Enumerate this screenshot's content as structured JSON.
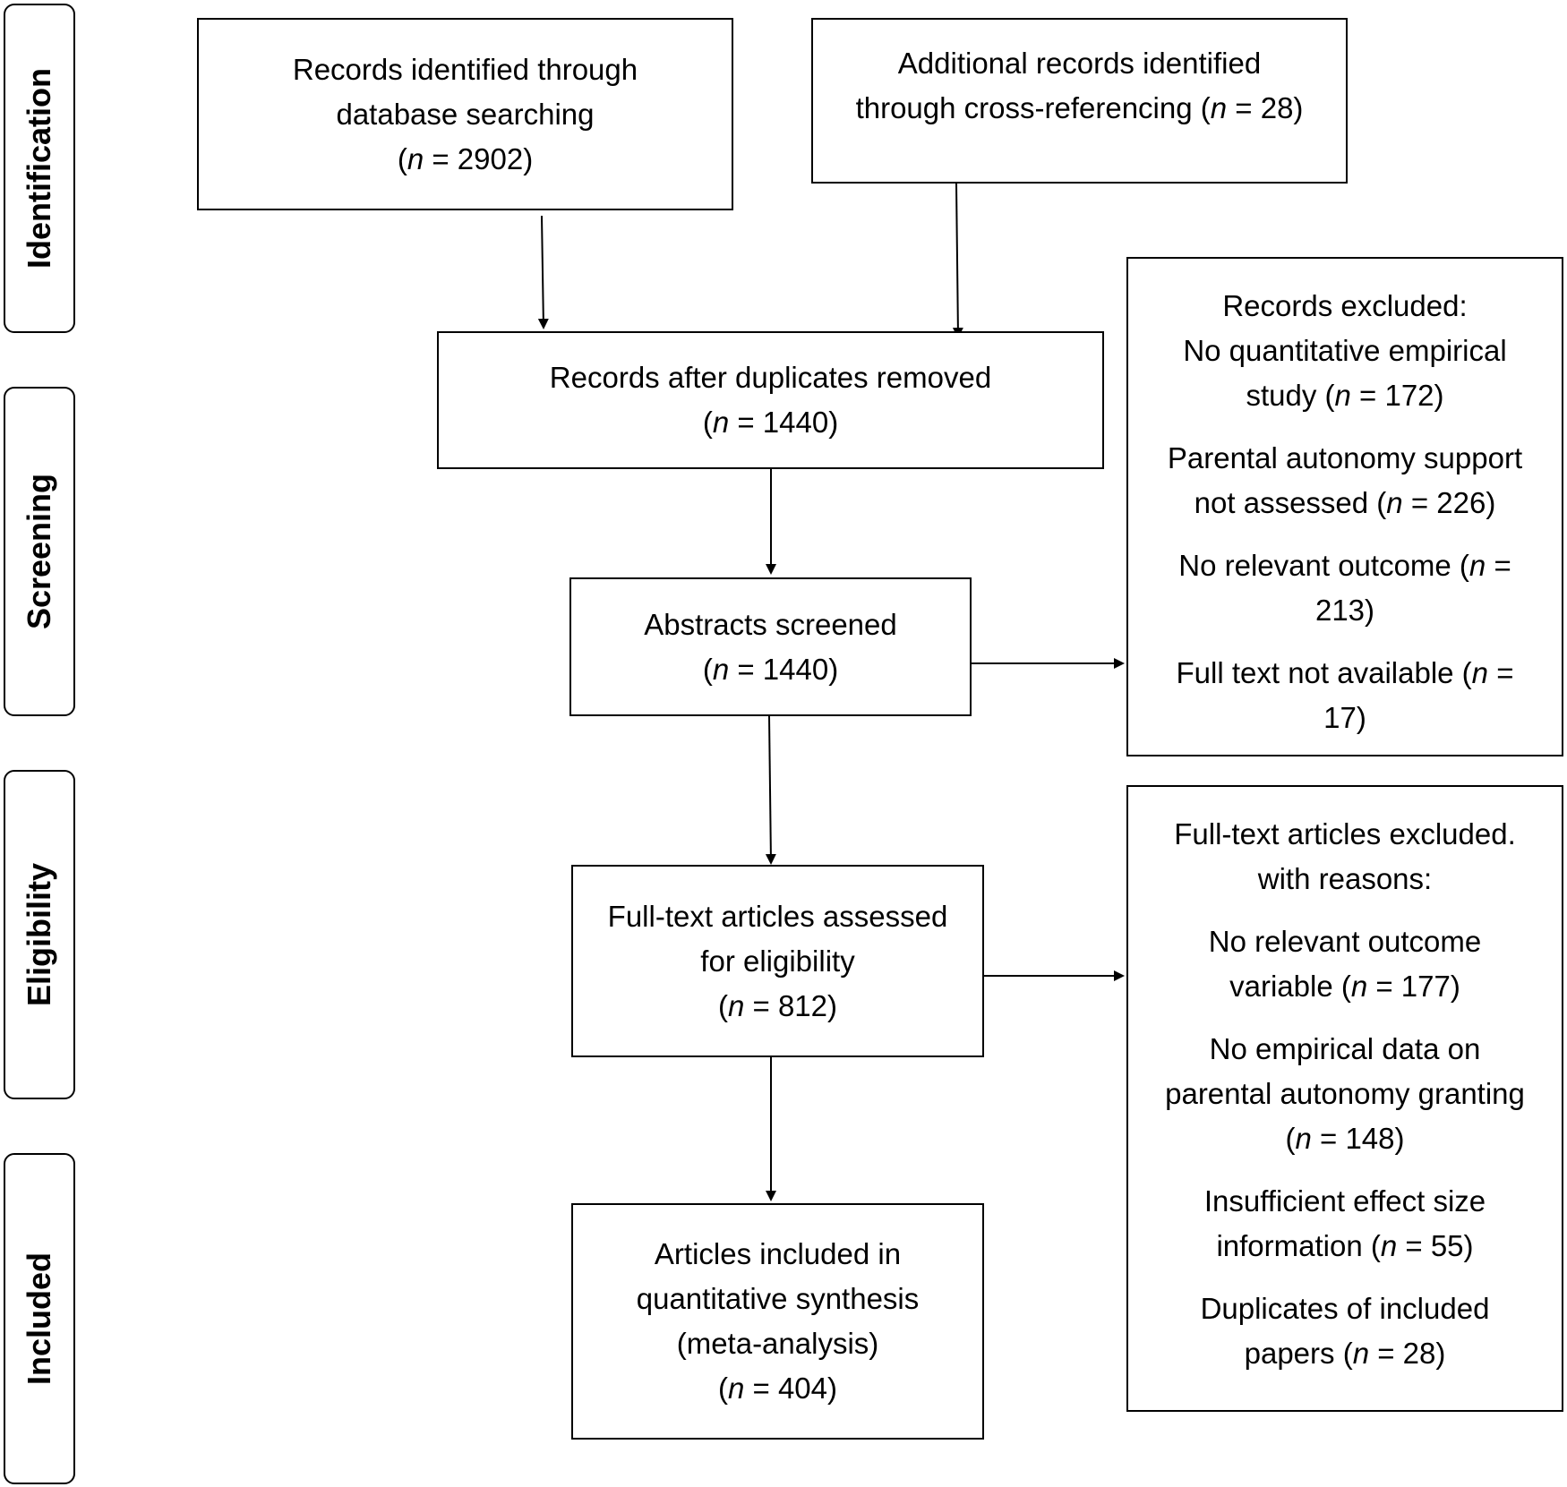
{
  "stages": {
    "identification": "Identification",
    "screening": "Screening",
    "eligibility": "Eligibility",
    "included": "Included"
  },
  "boxes": {
    "database": {
      "line1": "Records identified through",
      "line2": "database searching",
      "line3_pre": "(",
      "line3_n": "n",
      "line3_post": " = 2902)"
    },
    "cross_ref": {
      "line1": "Additional records identified",
      "line2_pre": "through cross-referencing (",
      "line2_n": "n",
      "line2_post": " = 28)"
    },
    "duplicates_removed": {
      "line1": "Records after duplicates removed",
      "line2_pre": "(",
      "line2_n": "n",
      "line2_post": " = 1440)"
    },
    "abstracts": {
      "line1": "Abstracts screened",
      "line2_pre": "(",
      "line2_n": "n",
      "line2_post": " = 1440)"
    },
    "fulltext_assessed": {
      "line1": "Full-text articles assessed",
      "line2": "for eligibility",
      "line3_pre": "(",
      "line3_n": "n",
      "line3_post": " = 812)"
    },
    "included": {
      "line1": "Articles included in",
      "line2": "quantitative synthesis",
      "line3": "(meta-analysis)",
      "line4_pre": "(",
      "line4_n": "n",
      "line4_post": " = 404)"
    },
    "records_excluded": {
      "header1": "Records excluded:",
      "r1_l1": "No quantitative empirical",
      "r1_l2_pre": "study (",
      "r1_l2_n": "n",
      "r1_l2_post": " = 172)",
      "r2_l1": "Parental autonomy support",
      "r2_l2_pre": "not assessed (",
      "r2_l2_n": "n",
      "r2_l2_post": " = 226)",
      "r3_l1_pre": "No relevant outcome (",
      "r3_l1_n": "n",
      "r3_l1_post": " =",
      "r3_l2": "213)",
      "r4_l1_pre": "Full text not available (",
      "r4_l1_n": "n",
      "r4_l1_post": " =",
      "r4_l2": "17)"
    },
    "fulltext_excluded": {
      "header1": "Full-text articles excluded.",
      "header2": "with reasons:",
      "r1_l1": "No relevant outcome",
      "r1_l2_pre": "variable (",
      "r1_l2_n": "n",
      "r1_l2_post": " = 177)",
      "r2_l1": "No empirical data on",
      "r2_l2": "parental autonomy granting",
      "r2_l3_pre": "(",
      "r2_l3_n": "n",
      "r2_l3_post": " = 148)",
      "r3_l1": "Insufficient effect size",
      "r3_l2_pre": "information (",
      "r3_l2_n": "n",
      "r3_l2_post": " = 55)",
      "r4_l1": "Duplicates of included",
      "r4_l2_pre": "papers (",
      "r4_l2_n": "n",
      "r4_l2_post": " = 28)"
    }
  }
}
